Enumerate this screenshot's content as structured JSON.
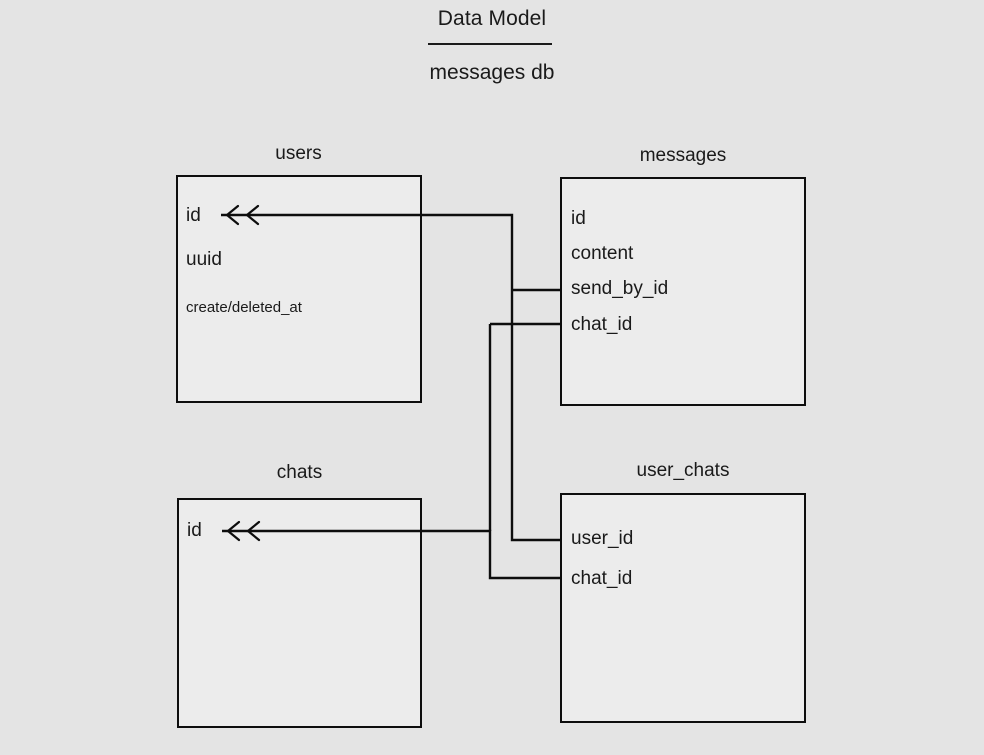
{
  "header": {
    "title": "Data Model",
    "subtitle": "messages db"
  },
  "theme": {
    "background": "#e4e4e4",
    "entity_fill": "#ececec",
    "stroke": "#0d0d0d",
    "text": "#1a1a1a"
  },
  "entities": [
    {
      "name": "users",
      "label": "users",
      "fields": [
        {
          "label": "id",
          "size": "normal"
        },
        {
          "label": "uuid",
          "size": "normal"
        },
        {
          "label": "create/deleted_at",
          "size": "small"
        }
      ]
    },
    {
      "name": "messages",
      "label": "messages",
      "fields": [
        {
          "label": "id",
          "size": "normal"
        },
        {
          "label": "content",
          "size": "normal"
        },
        {
          "label": "send_by_id",
          "size": "normal"
        },
        {
          "label": "chat_id",
          "size": "normal"
        }
      ]
    },
    {
      "name": "chats",
      "label": "chats",
      "fields": [
        {
          "label": "id",
          "size": "normal"
        }
      ]
    },
    {
      "name": "user_chats",
      "label": "user_chats",
      "fields": [
        {
          "label": "user_id",
          "size": "normal"
        },
        {
          "label": "chat_id",
          "size": "normal"
        }
      ]
    }
  ],
  "relationships": [
    {
      "name": "messages-send-by-id-to-users-id",
      "from_entity": "messages",
      "from_field": "send_by_id",
      "to_entity": "users",
      "to_field": "id",
      "cardinality": "many-to-one"
    },
    {
      "name": "user-chats-user-id-to-users-id",
      "from_entity": "user_chats",
      "from_field": "user_id",
      "to_entity": "users",
      "to_field": "id",
      "cardinality": "many-to-one"
    },
    {
      "name": "messages-chat-id-to-chats-id",
      "from_entity": "messages",
      "from_field": "chat_id",
      "to_entity": "chats",
      "to_field": "id",
      "cardinality": "many-to-one"
    },
    {
      "name": "user-chats-chat-id-to-chats-id",
      "from_entity": "user_chats",
      "from_field": "chat_id",
      "to_entity": "chats",
      "to_field": "id",
      "cardinality": "many-to-one"
    }
  ]
}
